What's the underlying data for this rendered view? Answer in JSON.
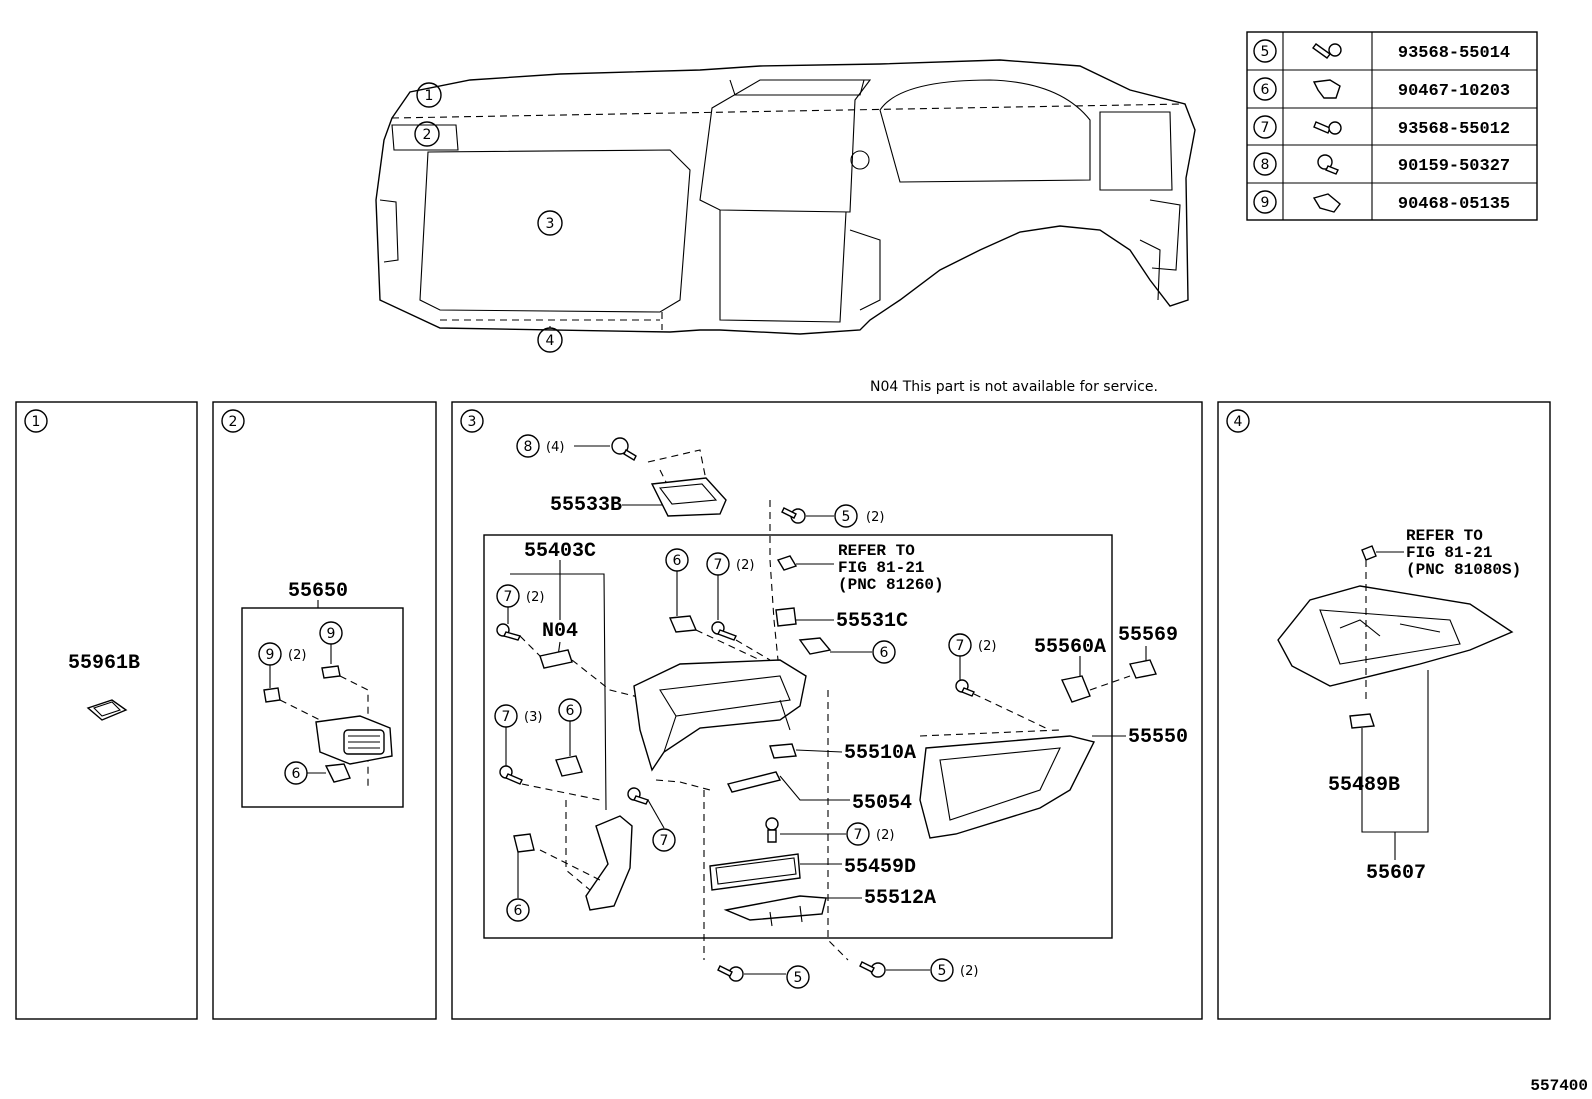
{
  "note": "N04 This part is not available for service.",
  "figure_id": "557400",
  "overview": {
    "callouts": [
      "1",
      "2",
      "3",
      "4"
    ]
  },
  "fastener_table": [
    {
      "ref": "5",
      "part_no": "93568-55014",
      "icon": "tapping-screw-icon"
    },
    {
      "ref": "6",
      "part_no": "90467-10203",
      "icon": "clip-icon"
    },
    {
      "ref": "7",
      "part_no": "93568-55012",
      "icon": "tapping-screw-icon"
    },
    {
      "ref": "8",
      "part_no": "90159-50327",
      "icon": "screw-icon"
    },
    {
      "ref": "9",
      "part_no": "90468-05135",
      "icon": "clip-icon"
    }
  ],
  "panels": [
    {
      "id": "1",
      "parts": [
        "55961B"
      ]
    },
    {
      "id": "2",
      "parts": [
        "55650"
      ],
      "callouts": [
        {
          "ref": "9",
          "qty": ""
        },
        {
          "ref": "9",
          "qty": "(2)"
        },
        {
          "ref": "6",
          "qty": ""
        }
      ]
    },
    {
      "id": "3",
      "parts": [
        "55533B",
        "55403C",
        "N04",
        "55531C",
        "55560A",
        "55569",
        "55550",
        "55510A",
        "55054",
        "55459D",
        "55512A"
      ],
      "refer": {
        "line1": "REFER TO",
        "line2": "FIG 81-21",
        "line3": "(PNC 81260)"
      },
      "callouts": [
        {
          "ref": "8",
          "qty": "(4)"
        },
        {
          "ref": "5",
          "qty": "(2)"
        },
        {
          "ref": "6",
          "qty": ""
        },
        {
          "ref": "7",
          "qty": "(2)"
        },
        {
          "ref": "7",
          "qty": "(2)"
        },
        {
          "ref": "6",
          "qty": ""
        },
        {
          "ref": "7",
          "qty": "(2)"
        },
        {
          "ref": "7",
          "qty": "(3)"
        },
        {
          "ref": "6",
          "qty": ""
        },
        {
          "ref": "7",
          "qty": ""
        },
        {
          "ref": "7",
          "qty": "(2)"
        },
        {
          "ref": "6",
          "qty": ""
        },
        {
          "ref": "5",
          "qty": ""
        },
        {
          "ref": "5",
          "qty": "(2)"
        }
      ]
    },
    {
      "id": "4",
      "parts": [
        "55489B",
        "55607"
      ],
      "refer": {
        "line1": "REFER TO",
        "line2": "FIG 81-21",
        "line3": "(PNC 81080S)"
      }
    }
  ]
}
